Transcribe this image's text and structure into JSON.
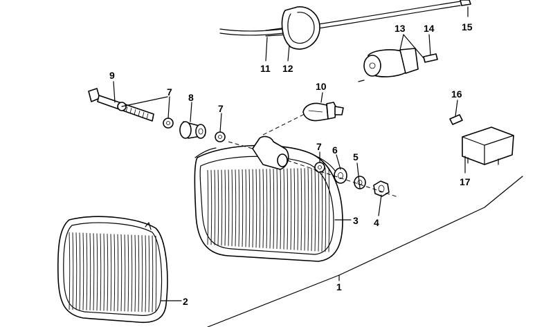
{
  "callouts": [
    {
      "id": "1",
      "label": "1"
    },
    {
      "id": "2",
      "label": "2"
    },
    {
      "id": "3",
      "label": "3"
    },
    {
      "id": "4",
      "label": "4"
    },
    {
      "id": "5",
      "label": "5"
    },
    {
      "id": "6",
      "label": "6"
    },
    {
      "id": "7a",
      "label": "7"
    },
    {
      "id": "7b",
      "label": "7"
    },
    {
      "id": "7c",
      "label": "7"
    },
    {
      "id": "8",
      "label": "8"
    },
    {
      "id": "9",
      "label": "9"
    },
    {
      "id": "10",
      "label": "10"
    },
    {
      "id": "11",
      "label": "11"
    },
    {
      "id": "12",
      "label": "12"
    },
    {
      "id": "13",
      "label": "13"
    },
    {
      "id": "14",
      "label": "14"
    },
    {
      "id": "15",
      "label": "15"
    },
    {
      "id": "16",
      "label": "16"
    },
    {
      "id": "17",
      "label": "17"
    }
  ]
}
